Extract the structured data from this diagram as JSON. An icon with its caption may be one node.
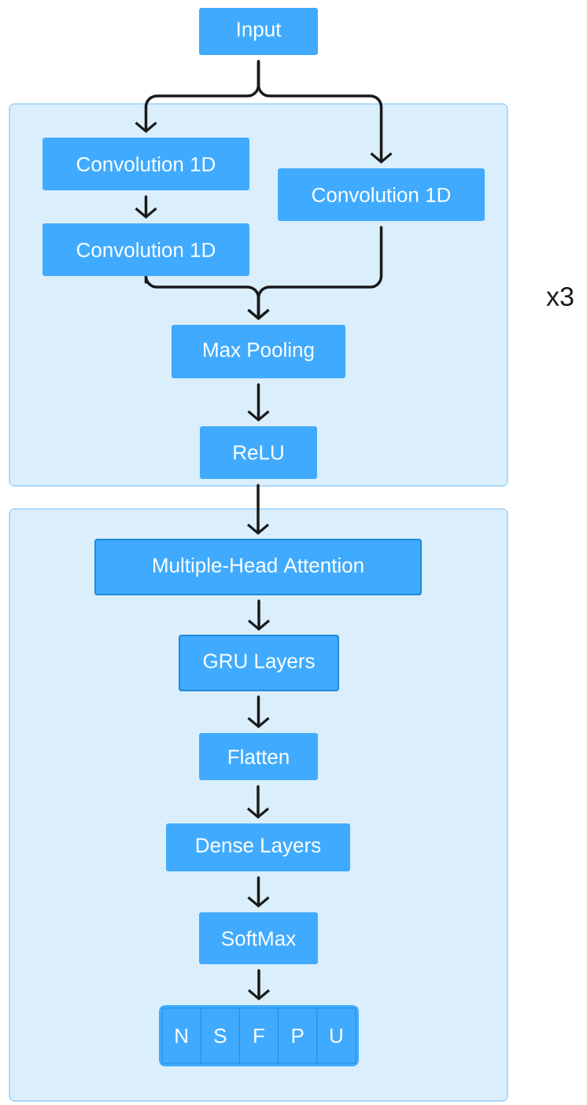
{
  "diagram": {
    "nodes": [
      {
        "text": [],
        "shape": "box",
        "beside": [
          "x3"
        ]
      },
      {
        "text": [],
        "shape": "box"
      },
      {
        "text": [
          "Input"
        ]
      },
      {
        "text": [
          "Convolution 1D"
        ],
        "in": 0
      },
      {
        "text": [
          "Convolution 1D"
        ],
        "in": 0
      },
      {
        "text": [
          "Convolution 1D"
        ],
        "in": 0
      },
      {
        "text": [
          "Max Pooling"
        ],
        "in": 0
      },
      {
        "text": [
          "ReLU"
        ],
        "in": 0
      },
      {
        "text": [
          "Multiple-Head Attention"
        ],
        "in": 1
      },
      {
        "text": [
          "GRU Layers"
        ],
        "in": 1
      },
      {
        "text": [
          "Flatten"
        ],
        "in": 1
      },
      {
        "text": [
          "Dense Layers"
        ],
        "in": 1
      },
      {
        "text": [
          "SoftMax"
        ],
        "in": 1
      },
      {
        "text": [],
        "shape": "bar",
        "in": 1
      },
      {
        "text": [
          "N"
        ],
        "in": 13
      },
      {
        "text": [
          "S"
        ],
        "in": 13
      },
      {
        "text": [
          "F"
        ],
        "in": 13
      },
      {
        "text": [
          "P"
        ],
        "in": 13
      },
      {
        "text": [
          "U"
        ],
        "in": 13
      }
    ],
    "edges": [
      {
        "from": 2,
        "to": 3,
        "arrow": "to"
      },
      {
        "from": 2,
        "to": 5,
        "arrow": "to"
      },
      {
        "from": 3,
        "to": 4,
        "arrow": "to"
      },
      {
        "from": 4,
        "to": 6,
        "arrow": "to"
      },
      {
        "from": 5,
        "to": 6,
        "arrow": "to"
      },
      {
        "from": 6,
        "to": 7,
        "arrow": "to"
      },
      {
        "from": 7,
        "to": 8,
        "arrow": "to"
      },
      {
        "from": 8,
        "to": 9,
        "arrow": "to"
      },
      {
        "from": 9,
        "to": 10,
        "arrow": "to"
      },
      {
        "from": 10,
        "to": 11,
        "arrow": "to"
      },
      {
        "from": 11,
        "to": 12,
        "arrow": "to"
      },
      {
        "from": 12,
        "to": 13,
        "arrow": "to"
      }
    ]
  }
}
